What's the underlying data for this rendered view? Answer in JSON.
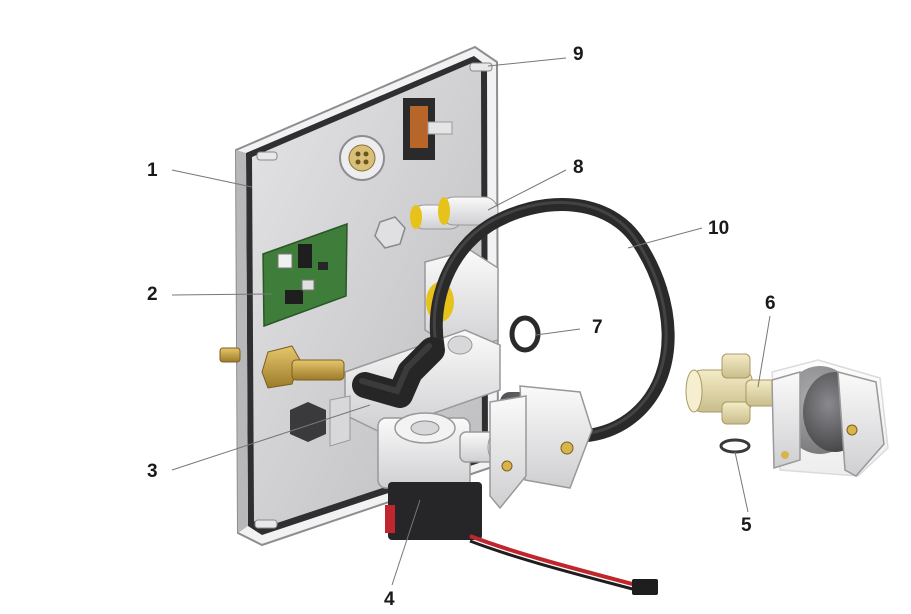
{
  "callouts": [
    {
      "id": "1",
      "label": "1"
    },
    {
      "id": "2",
      "label": "2"
    },
    {
      "id": "3",
      "label": "3"
    },
    {
      "id": "4",
      "label": "4"
    },
    {
      "id": "5",
      "label": "5"
    },
    {
      "id": "6",
      "label": "6"
    },
    {
      "id": "7",
      "label": "7"
    },
    {
      "id": "8",
      "label": "8"
    },
    {
      "id": "9",
      "label": "9"
    },
    {
      "id": "10",
      "label": "10"
    }
  ],
  "colors": {
    "panel": "#d4d4d6",
    "panel_edge": "#9a9a9e",
    "gasket": "#3a3a3a",
    "pcb": "#3f7d3a",
    "brass": "#c9a24a",
    "hose": "#2c2c2c",
    "body_white": "#ececec",
    "solenoid_dark": "#555558",
    "cable_red": "#c0262d",
    "connector": "#1e1e1e",
    "leader": "#777777"
  }
}
